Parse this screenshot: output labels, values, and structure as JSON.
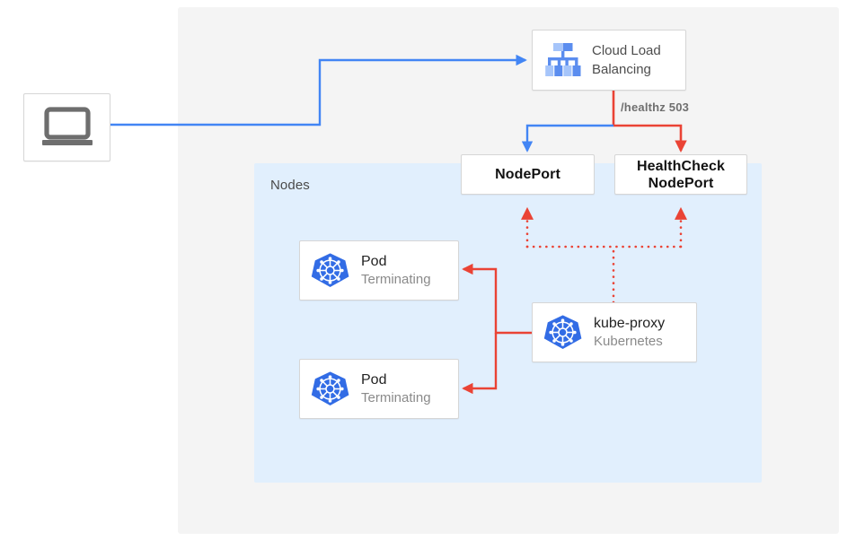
{
  "diagram": {
    "title": "Kubernetes externalTrafficPolicy health check diagram",
    "regions": {
      "outer_panel": {
        "name": "diagram-canvas"
      },
      "nodes_region": {
        "label": "Nodes",
        "fill": "#e1effd"
      }
    },
    "colors": {
      "blue": "#4285f4",
      "red": "#ea4335",
      "nodes_fill": "#e1effd",
      "panel_fill": "#f4f4f4",
      "card_fill": "#ffffff",
      "card_border": "#d6d6d6",
      "k8s_blue": "#326ce5",
      "muted_text": "#8a8a8a",
      "label_text": "#4a4a4a"
    },
    "nodes": {
      "client": {
        "icon": "laptop-icon"
      },
      "cloud_load_balancing": {
        "icon": "cloud-load-balancing-icon",
        "line1": "Cloud Load",
        "line2": "Balancing"
      },
      "nodeport": {
        "label": "NodePort"
      },
      "healthcheck_nodeport": {
        "line1": "HealthCheck",
        "line2": "NodePort"
      },
      "pod_a": {
        "icon": "kubernetes-icon",
        "title": "Pod",
        "subtitle": "Terminating"
      },
      "pod_b": {
        "icon": "kubernetes-icon",
        "title": "Pod",
        "subtitle": "Terminating"
      },
      "kube_proxy": {
        "icon": "kubernetes-icon",
        "title": "kube-proxy",
        "subtitle": "Kubernetes"
      }
    },
    "edges": {
      "healthz": {
        "label": "/healthz 503",
        "color": "#ea4335"
      },
      "client_to_lb": {
        "color": "#4285f4",
        "style": "solid"
      },
      "lb_to_nodeport": {
        "color": "#4285f4",
        "style": "solid"
      },
      "lb_to_healthcheck": {
        "color": "#ea4335",
        "style": "solid"
      },
      "kubeproxy_to_nodeports": {
        "color": "#ea4335",
        "style": "dotted"
      },
      "kubeproxy_to_pods": {
        "color": "#ea4335",
        "style": "solid"
      }
    }
  }
}
